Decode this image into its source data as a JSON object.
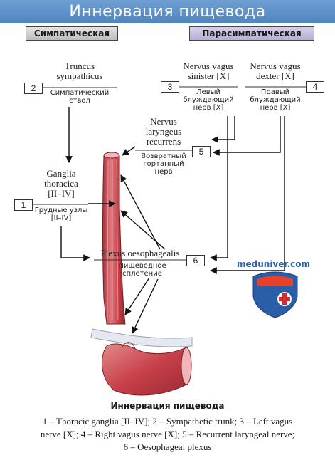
{
  "title": "Иннервация пищевода",
  "headers": {
    "sympathetic": "Симпатическая",
    "parasympathetic": "Парасимпатическая"
  },
  "labels": {
    "truncus": {
      "latin_1": "Truncus",
      "latin_2": "sympathicus",
      "ru_1": "Симпатический",
      "ru_2": "ствол",
      "num": "2"
    },
    "vagus_sinister": {
      "latin_1": "Nervus vagus",
      "latin_2": "sinister [X]",
      "ru_1": "Левый",
      "ru_2": "блуждающий",
      "ru_3": "нерв [X]",
      "num": "3"
    },
    "vagus_dexter": {
      "latin_1": "Nervus vagus",
      "latin_2": "dexter [X]",
      "ru_1": "Правый",
      "ru_2": "блуждающий",
      "ru_3": "нерв [X]",
      "num": "4"
    },
    "laryngeus": {
      "latin_1": "Nervus",
      "latin_2": "laryngeus",
      "latin_3": "recurrens",
      "ru_1": "Возвратный",
      "ru_2": "гортанный",
      "ru_3": "нерв",
      "num": "5"
    },
    "ganglia": {
      "latin_1": "Ganglia",
      "latin_2": "thoracica",
      "latin_3": "[II–IV]",
      "ru_1": "Грудные узлы",
      "ru_2": "[II–IV]",
      "num": "1"
    },
    "plexus": {
      "latin_1": "Plexus oesophagealis",
      "ru_1": "Пищеводное",
      "ru_2": "сплетение",
      "num": "6"
    }
  },
  "brand": "meduniver.com",
  "colors": {
    "title_bar": "#5a8dc8",
    "muscle": "#c8404a",
    "muscle_light": "#e07a7e",
    "shield_blue": "#2b5ea8",
    "shield_red": "#d92b2b"
  },
  "caption": {
    "title": "Иннервация пищевода",
    "line_1": "1 – Thoracic ganglia [II–IV]; 2 – Sympathetic trunk; 3 – Left vagus",
    "line_2": "nerve [X]; 4 – Right vagus nerve [X]; 5 – Recurrent laryngeal nerve;",
    "line_3": "6 – Oesophageal plexus"
  }
}
